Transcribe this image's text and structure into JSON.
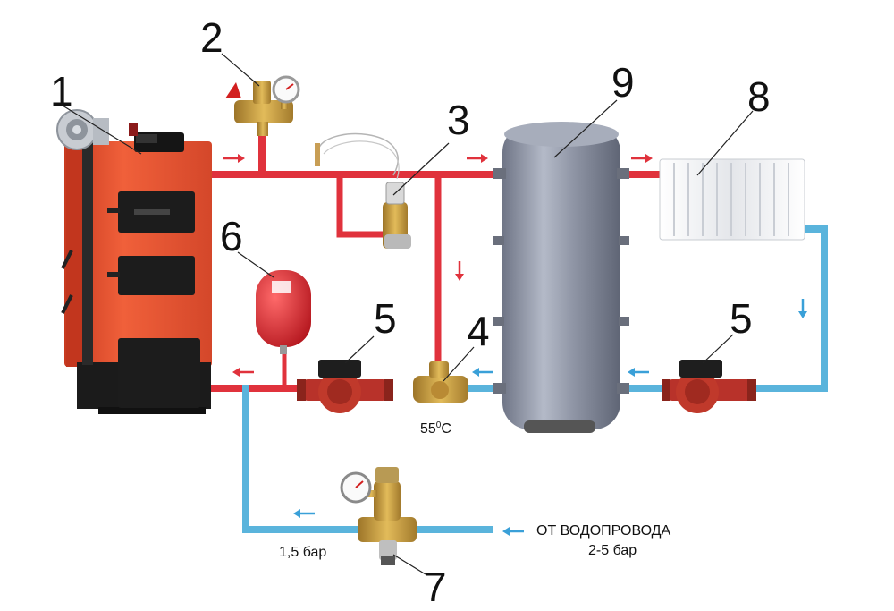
{
  "colors": {
    "hot_pipe": "#e0323c",
    "cold_pipe": "#5ab4dc",
    "boiler_red": "#e84a2b",
    "tank_gray": "#8d93a3",
    "brass": "#c79a3a",
    "expansion_red": "#d81e26",
    "pump_red": "#c0392b"
  },
  "callouts": {
    "n1": "1",
    "n2": "2",
    "n3": "3",
    "n4": "4",
    "n5a": "5",
    "n5b": "5",
    "n6": "6",
    "n7": "7",
    "n8": "8",
    "n9": "9"
  },
  "labels": {
    "valve_temp_base": "55",
    "valve_temp_sup": "0",
    "valve_temp_unit": "С",
    "feed_pressure": "1,5 бар",
    "water_source_line1": "ОТ ВОДОПРОВОДА",
    "water_source_line2": "2-5 бар"
  },
  "icons": [
    "fan-icon",
    "pressure-gauge-icon",
    "flow-arrow-icon"
  ]
}
